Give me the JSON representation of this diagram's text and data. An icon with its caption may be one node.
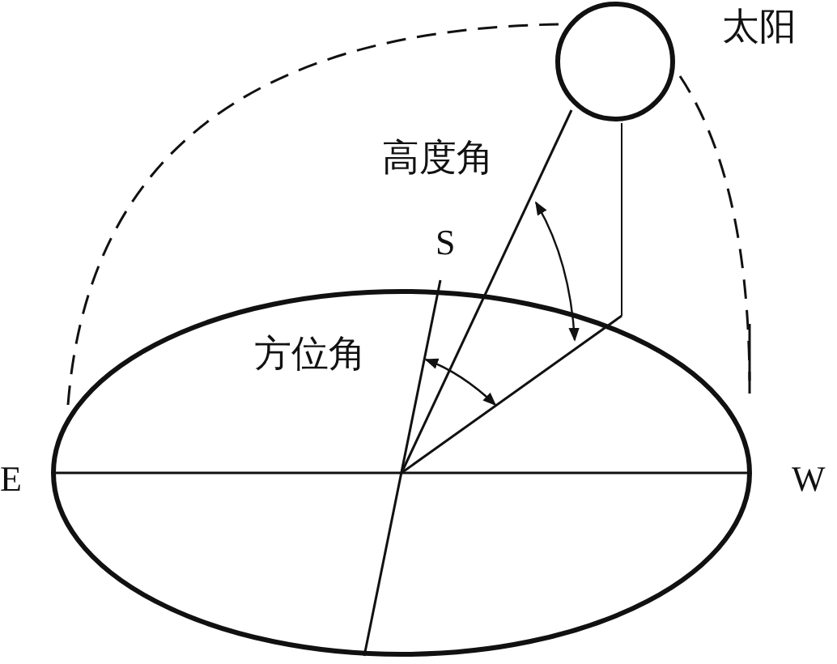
{
  "diagram": {
    "nodes": [
      {
        "text": [],
        "shape": "circle",
        "beside": [
          "太阳"
        ]
      }
    ],
    "labels": [
      "高度角",
      "S",
      "方位角",
      "E",
      "W"
    ]
  }
}
